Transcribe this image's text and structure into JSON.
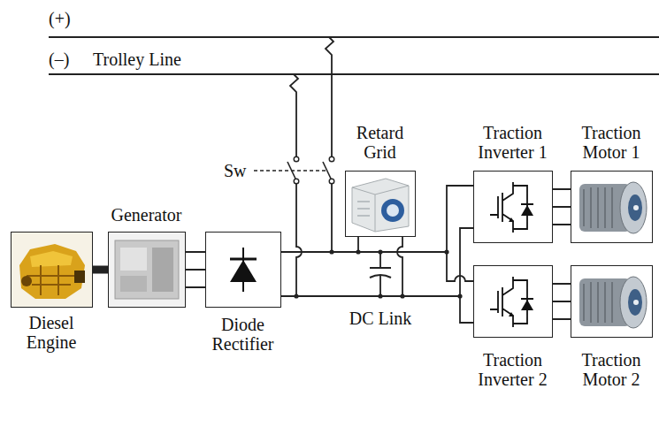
{
  "diagram": {
    "nodes": [
      {
        "text": [
          "Diesel Engine"
        ]
      },
      {
        "text": [
          "Generator"
        ]
      },
      {
        "text": [
          "Diode Rectifier"
        ]
      },
      {
        "text": [
          "Retard Grid"
        ]
      },
      {
        "text": [
          "Traction Inverter 1"
        ]
      },
      {
        "text": [
          "Traction Motor 1"
        ]
      },
      {
        "text": [
          "Traction Inverter 2"
        ]
      },
      {
        "text": [
          "Traction Motor 2"
        ]
      }
    ],
    "edges": [
      {
        "from": 0,
        "to": 1,
        "arrow": "none"
      },
      {
        "from": 1,
        "to": 2,
        "arrow": "none"
      },
      {
        "from": 2,
        "to": 3,
        "arrow": "none"
      },
      {
        "from": 2,
        "to": 4,
        "arrow": "none"
      },
      {
        "from": 2,
        "to": 6,
        "arrow": "none"
      },
      {
        "from": 4,
        "to": 5,
        "arrow": "none"
      },
      {
        "from": 6,
        "to": 7,
        "arrow": "none"
      }
    ],
    "labels": [
      "(+)",
      "(–)",
      "Trolley Line",
      "Sw",
      "DC Link"
    ]
  }
}
